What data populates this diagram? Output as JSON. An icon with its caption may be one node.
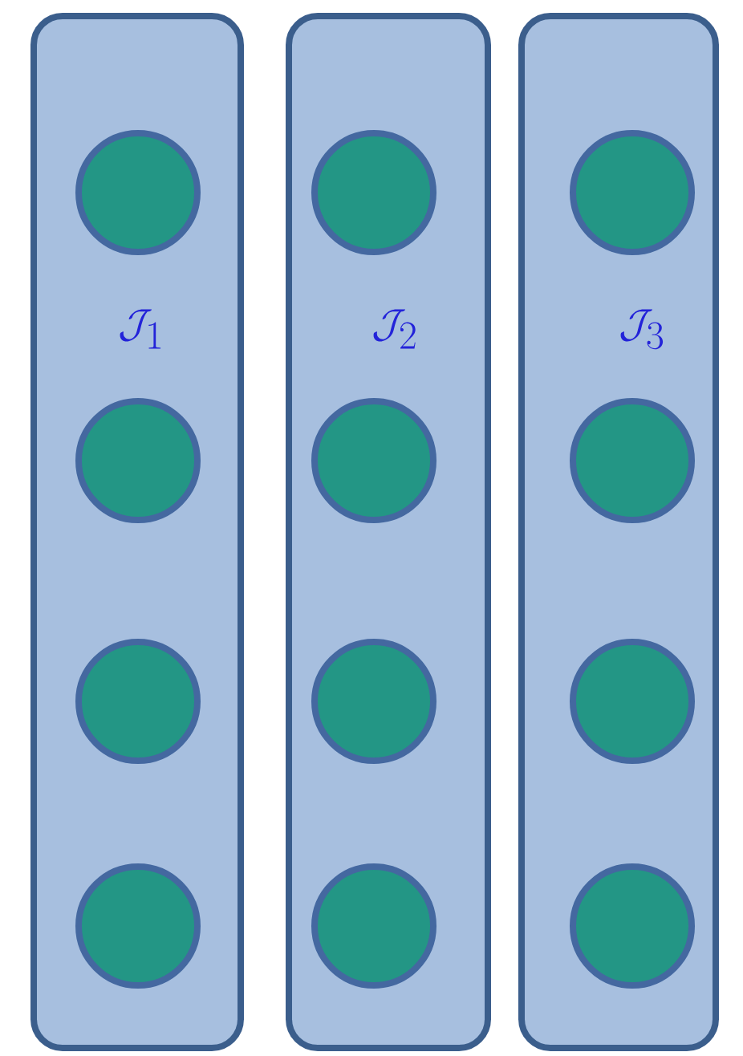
{
  "diagram": {
    "nodes": [
      {
        "text": [
          "\\mathcal{J}_1"
        ]
      },
      {
        "text": [],
        "shape": "circle",
        "in": 0
      },
      {
        "text": [],
        "shape": "circle",
        "in": 0
      },
      {
        "text": [],
        "shape": "circle",
        "in": 0
      },
      {
        "text": [],
        "shape": "circle",
        "in": 0
      },
      {
        "text": [
          "\\mathcal{J}_2"
        ]
      },
      {
        "text": [],
        "shape": "circle",
        "in": 5
      },
      {
        "text": [],
        "shape": "circle",
        "in": 5
      },
      {
        "text": [],
        "shape": "circle",
        "in": 5
      },
      {
        "text": [],
        "shape": "circle",
        "in": 5
      },
      {
        "text": [
          "\\mathcal{J}_3"
        ]
      },
      {
        "text": [],
        "shape": "circle",
        "in": 10
      },
      {
        "text": [],
        "shape": "circle",
        "in": 10
      },
      {
        "text": [],
        "shape": "circle",
        "in": 10
      },
      {
        "text": [],
        "shape": "circle",
        "in": 10
      }
    ]
  }
}
